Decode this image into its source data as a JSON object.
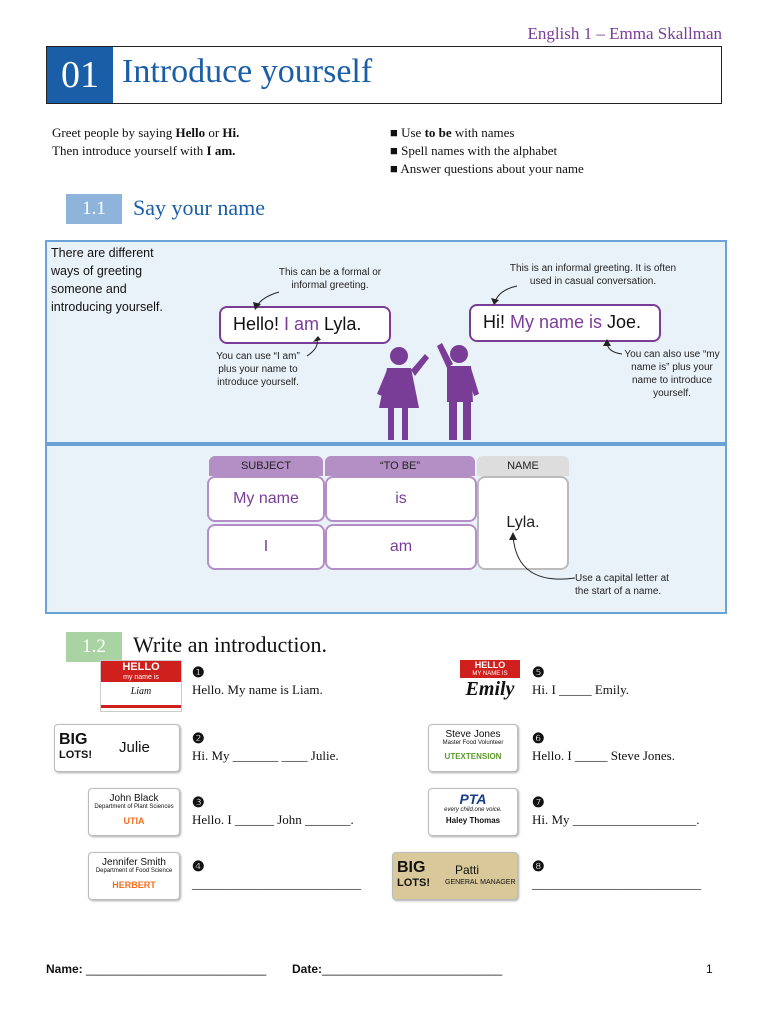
{
  "header": {
    "course": "English 1 – Emma Skallman"
  },
  "title": {
    "number": "01",
    "text": "Introduce yourself"
  },
  "intro": {
    "line1_a": "Greet people by saying ",
    "line1_b": "Hello",
    "line1_c": " or ",
    "line1_d": "Hi.",
    "line2_a": "Then introduce yourself with ",
    "line2_b": "I am."
  },
  "goals": [
    {
      "bullet": "■",
      "a": " Use ",
      "b": "to be",
      "c": " with names"
    },
    {
      "bullet": "■",
      "a": " Spell names with the alphabet",
      "b": "",
      "c": ""
    },
    {
      "bullet": "■",
      "a": " Answer questions about your name",
      "b": "",
      "c": ""
    }
  ],
  "section1": {
    "number": "1.1",
    "title": "Say your name"
  },
  "panel1": {
    "intro": "There are different ways of greeting someone and introducing yourself.",
    "ann_formal": "This can be a formal or informal greeting.",
    "ann_iam": "You can use “I am” plus your name to introduce yourself.",
    "ann_informal": "This is an informal greeting. It is often used in casual conversation.",
    "ann_mynameis": "You can also use “my name is” plus your name to introduce yourself.",
    "bubble1": {
      "a": "Hello! ",
      "b": "I am",
      "c": " Lyla."
    },
    "bubble2": {
      "a": "Hi! ",
      "b": "My name is",
      "c": " Joe."
    }
  },
  "panel2": {
    "headers": [
      "SUBJECT",
      "“TO BE”",
      "NAME"
    ],
    "row1": [
      "My name",
      "is"
    ],
    "row2": [
      "I",
      "am"
    ],
    "name": "Lyla.",
    "ann_capital": "Use a capital letter at the start of a name."
  },
  "section2": {
    "number": "1.2",
    "title": "Write an introduction."
  },
  "exercises": [
    {
      "num": "❶",
      "line": "Hello. My name is Liam."
    },
    {
      "num": "❷",
      "line": "Hi. My _______ ____ Julie."
    },
    {
      "num": "❸",
      "line": "Hello. I ______ John _______."
    },
    {
      "num": "❹",
      "line": "__________________________"
    },
    {
      "num": "❺",
      "line": "Hi. I _____ Emily."
    },
    {
      "num": "❻",
      "line": "Hello. I _____ Steve Jones."
    },
    {
      "num": "❼",
      "line": "Hi. My ___________________."
    },
    {
      "num": "❽",
      "line": "__________________________"
    }
  ],
  "tags": {
    "liam": {
      "hello": "HELLO",
      "sub": "my name is",
      "name": "Liam"
    },
    "julie": {
      "brand1": "BIG",
      "brand2": "LOTS!",
      "name": "Julie"
    },
    "john": {
      "name": "John Black",
      "dept": "Department of Plant Sciences",
      "inst": "UTIA"
    },
    "jennifer": {
      "name": "Jennifer Smith",
      "dept": "Department of Food Science",
      "inst": "HERBERT"
    },
    "emily": {
      "hello": "HELLO",
      "sub": "MY NAME IS",
      "name": "Emily"
    },
    "steve": {
      "name": "Steve Jones",
      "role": "Master Food Volunteer",
      "inst": "UTEXTENSION"
    },
    "haley": {
      "brand": "PTA",
      "motto": "every child.one voice.",
      "name": "Haley Thomas"
    },
    "patti": {
      "brand1": "BIG",
      "brand2": "LOTS!",
      "name": "Patti",
      "role": "GENERAL MANAGER"
    }
  },
  "footer": {
    "name_label": "Name:",
    "name_blank": "___________________________",
    "date_label": "Date:",
    "date_blank": "___________________________",
    "page": "1"
  },
  "colors": {
    "blue": "#1a5ea8",
    "purple": "#7a3d97",
    "panel_bg": "#eaf2f9",
    "panel_border": "#6aa4d6"
  }
}
